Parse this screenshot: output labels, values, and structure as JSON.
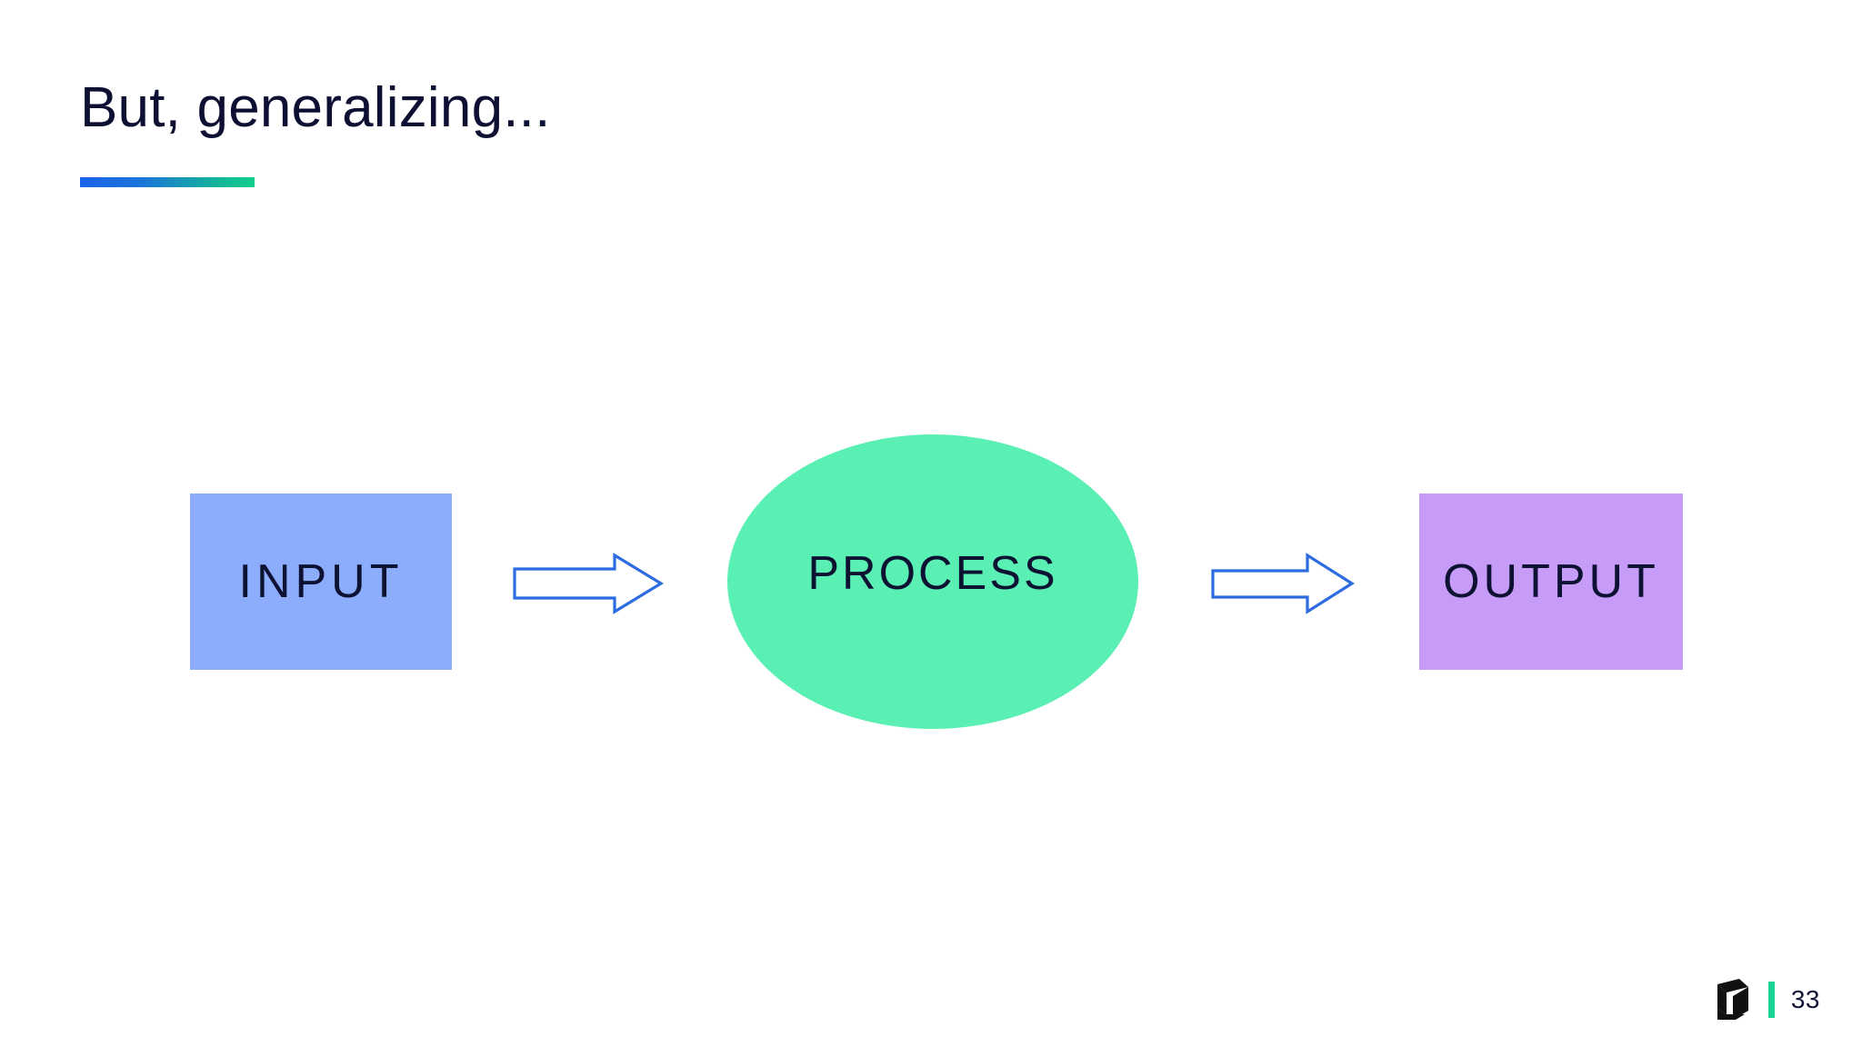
{
  "slide": {
    "title": "But, generalizing...",
    "background_color": "#ffffff",
    "title_color": "#0d0f33",
    "accent_rule": {
      "gradient_start": "#1b63e8",
      "gradient_end": "#12ce8c"
    }
  },
  "diagram": {
    "type": "flowchart",
    "orientation": "left-to-right",
    "nodes": [
      {
        "label": "INPUT",
        "shape": "rectangle",
        "fill": "#8cadfb",
        "text_color": "#0d1233"
      },
      {
        "label": "PROCESS",
        "shape": "ellipse",
        "fill": "#5af0b4",
        "text_color": "#0d1233"
      },
      {
        "label": "OUTPUT",
        "shape": "rectangle",
        "fill": "#c79bf8",
        "text_color": "#0d1233"
      }
    ],
    "connectors": [
      {
        "name": "arrow-input-to-process",
        "shape": "block-arrow-right",
        "stroke": "#2c6be0",
        "fill": "#ffffff"
      },
      {
        "name": "arrow-process-to-output",
        "shape": "block-arrow-right",
        "stroke": "#2c6be0",
        "fill": "#ffffff"
      }
    ]
  },
  "footer": {
    "logo_icon": "cube-logo-icon",
    "logo_color": "#111111",
    "divider_color": "#19d492",
    "page_number": "33",
    "page_number_color": "#121539"
  }
}
